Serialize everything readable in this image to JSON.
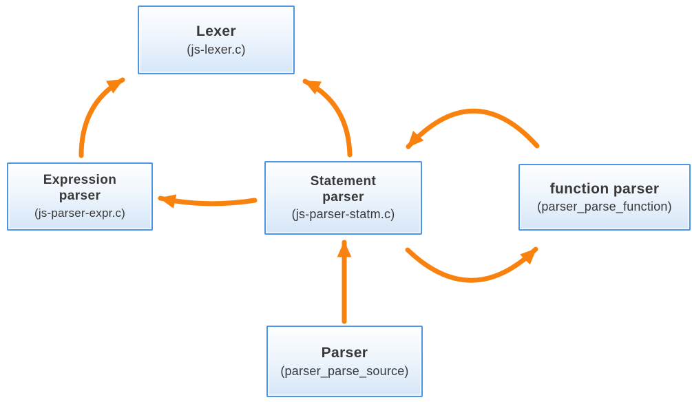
{
  "diagram": {
    "arrow_color": "#F8820D",
    "box_border_color": "#4E95E5",
    "nodes": [
      {
        "id": "lexer",
        "title": "Lexer",
        "subtitle": "(js-lexer.c)"
      },
      {
        "id": "expression-parser",
        "title": "Expression\nparser",
        "subtitle": "(js-parser-expr.c)"
      },
      {
        "id": "statement-parser",
        "title": "Statement\nparser",
        "subtitle": "(js-parser-statm.c)"
      },
      {
        "id": "function-parser",
        "title": "function parser",
        "subtitle": "(parser_parse_function)"
      },
      {
        "id": "parser",
        "title": "Parser",
        "subtitle": "(parser_parse_source)"
      }
    ],
    "edges": [
      {
        "from": "expression-parser",
        "to": "lexer"
      },
      {
        "from": "statement-parser",
        "to": "lexer"
      },
      {
        "from": "statement-parser",
        "to": "expression-parser"
      },
      {
        "from": "function-parser",
        "to": "statement-parser"
      },
      {
        "from": "statement-parser",
        "to": "function-parser"
      },
      {
        "from": "parser",
        "to": "statement-parser"
      }
    ]
  }
}
